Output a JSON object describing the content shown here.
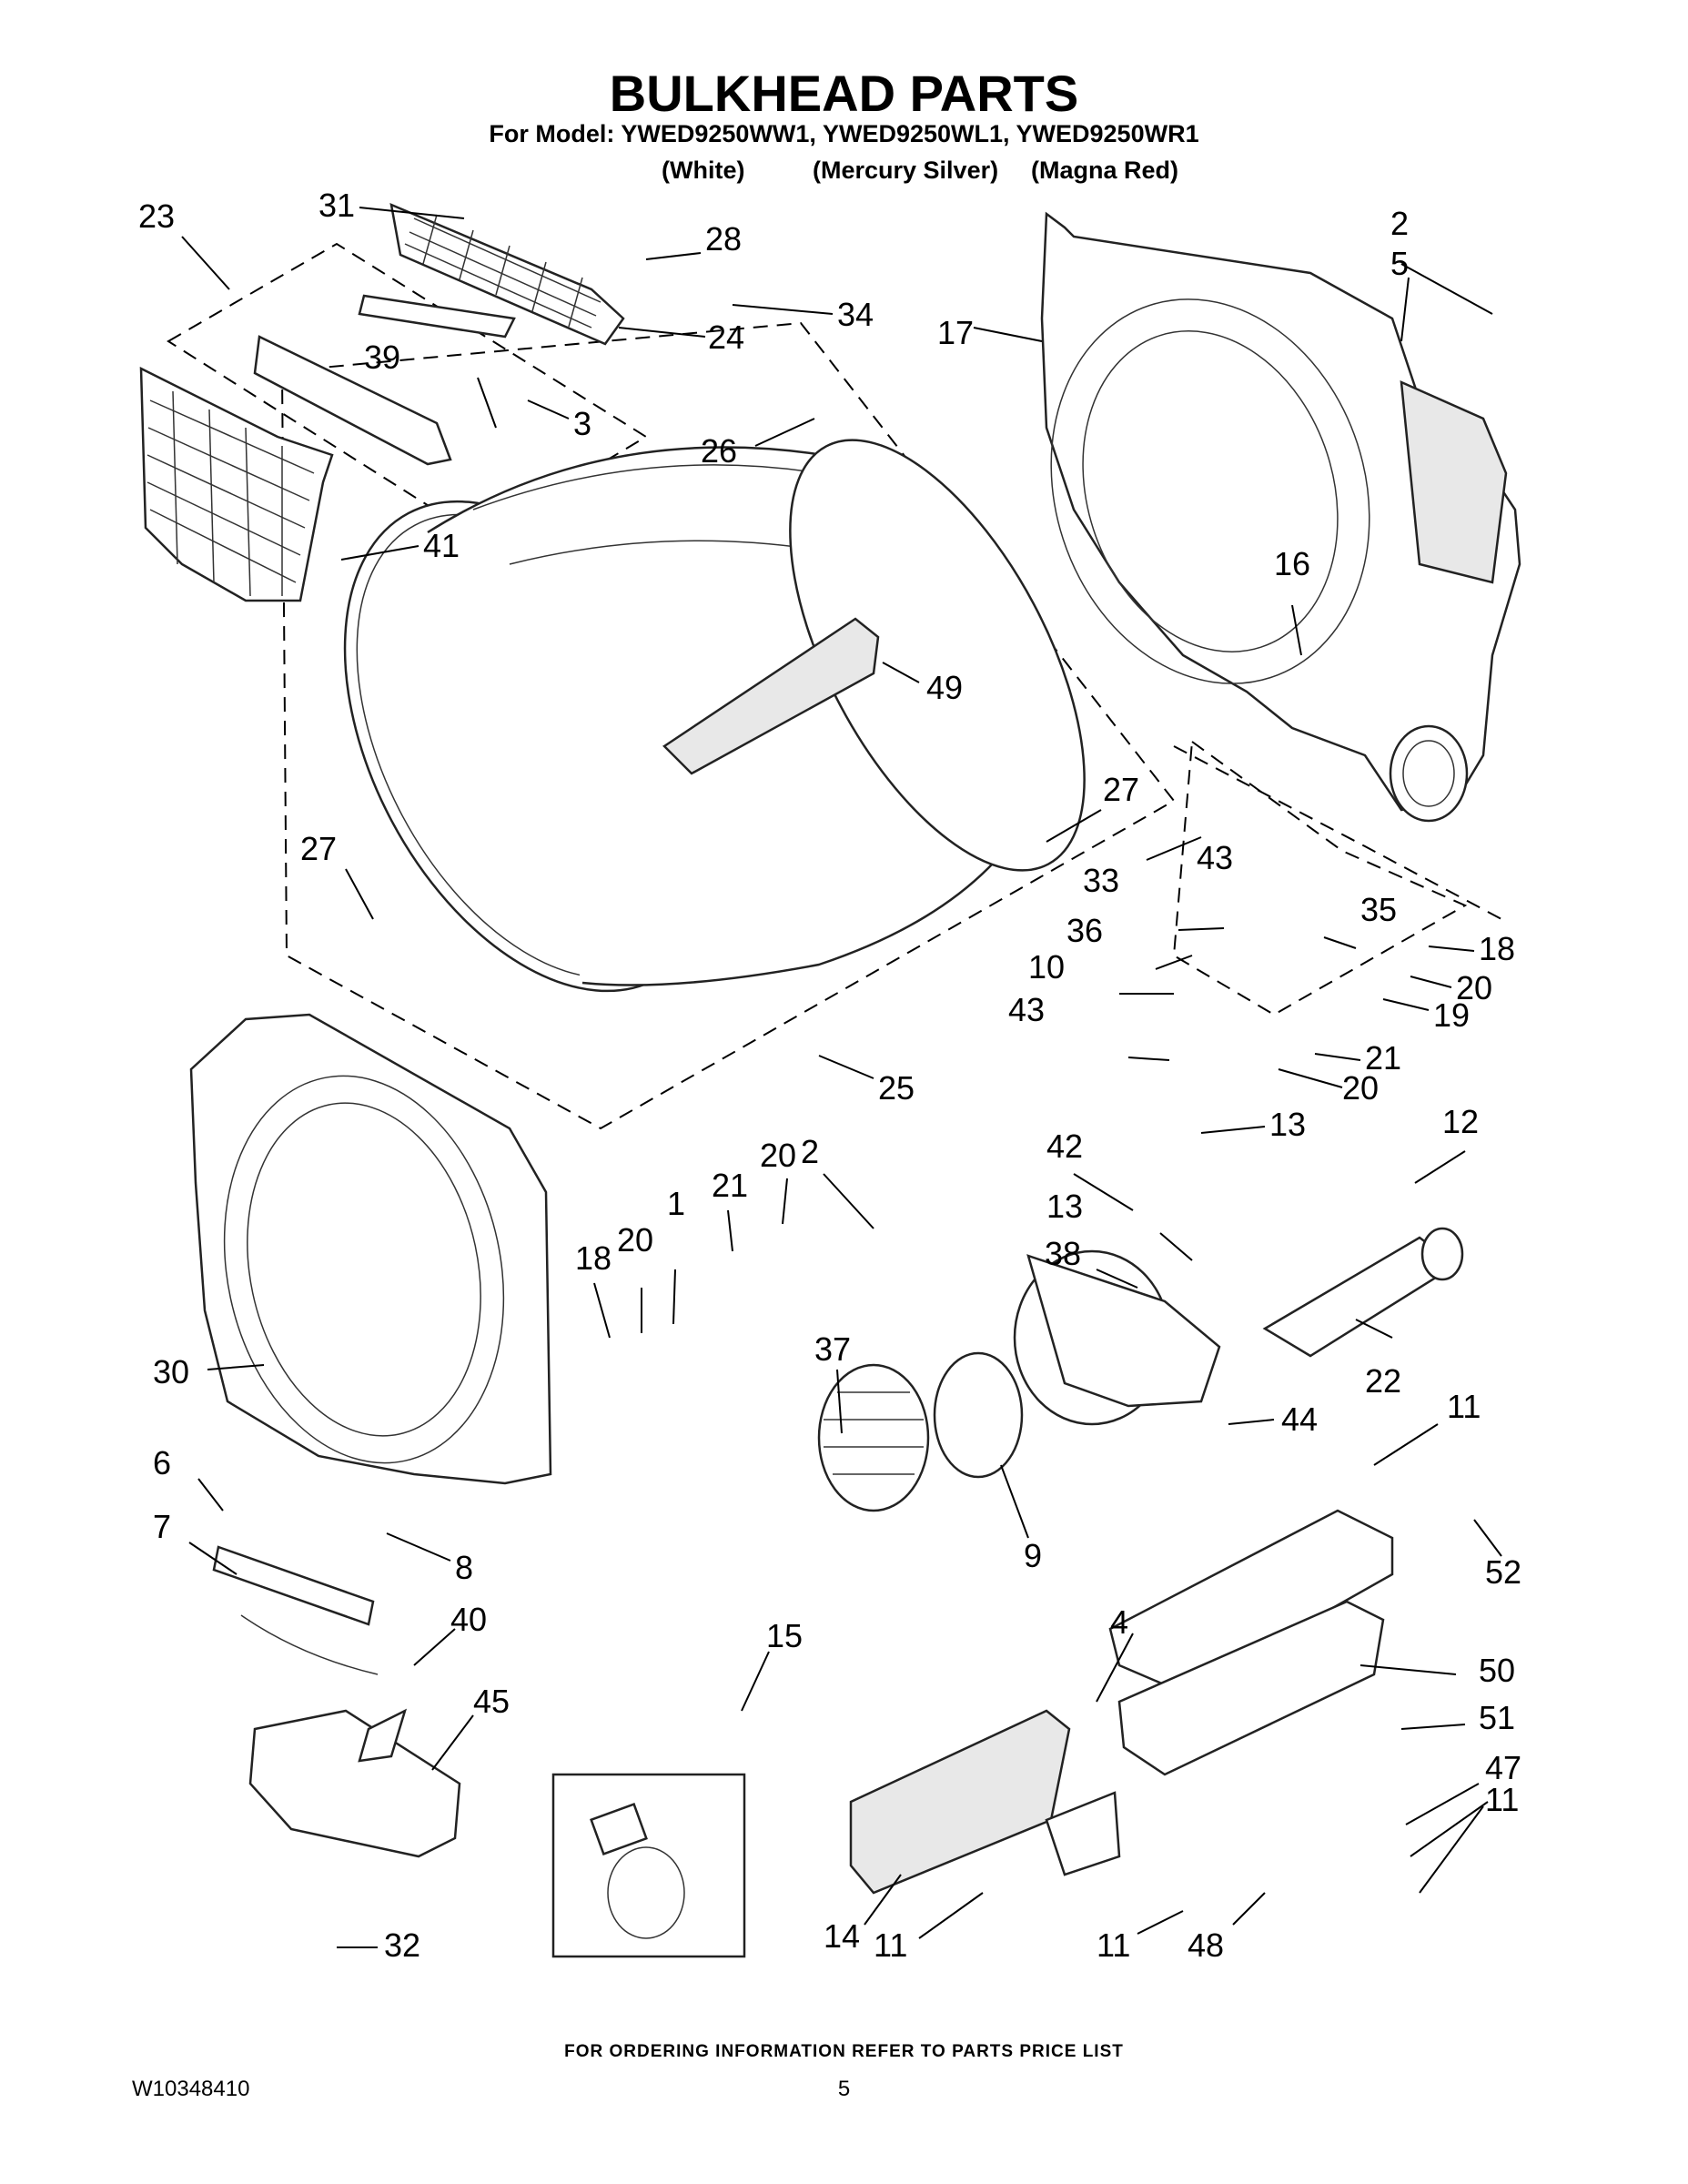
{
  "header": {
    "title": "BULKHEAD PARTS",
    "models": "For Model: YWED9250WW1, YWED9250WL1, YWED9250WR1",
    "color_white": "(White)",
    "color_silver": "(Mercury Silver)",
    "color_red": "(Magna Red)"
  },
  "callouts": [
    {
      "label": "23"
    },
    {
      "label": "31"
    },
    {
      "label": "28"
    },
    {
      "label": "34"
    },
    {
      "label": "24"
    },
    {
      "label": "39"
    },
    {
      "label": "3"
    },
    {
      "label": "26"
    },
    {
      "label": "41"
    },
    {
      "label": "17"
    },
    {
      "label": "2"
    },
    {
      "label": "5"
    },
    {
      "label": "16"
    },
    {
      "label": "49"
    },
    {
      "label": "27"
    },
    {
      "label": "27"
    },
    {
      "label": "33"
    },
    {
      "label": "43"
    },
    {
      "label": "36"
    },
    {
      "label": "35"
    },
    {
      "label": "18"
    },
    {
      "label": "10"
    },
    {
      "label": "20"
    },
    {
      "label": "19"
    },
    {
      "label": "43"
    },
    {
      "label": "21"
    },
    {
      "label": "20"
    },
    {
      "label": "25"
    },
    {
      "label": "13"
    },
    {
      "label": "12"
    },
    {
      "label": "2"
    },
    {
      "label": "42"
    },
    {
      "label": "20"
    },
    {
      "label": "21"
    },
    {
      "label": "13"
    },
    {
      "label": "18"
    },
    {
      "label": "20"
    },
    {
      "label": "1"
    },
    {
      "label": "38"
    },
    {
      "label": "37"
    },
    {
      "label": "22"
    },
    {
      "label": "30"
    },
    {
      "label": "44"
    },
    {
      "label": "11"
    },
    {
      "label": "6"
    },
    {
      "label": "7"
    },
    {
      "label": "8"
    },
    {
      "label": "9"
    },
    {
      "label": "52"
    },
    {
      "label": "40"
    },
    {
      "label": "15"
    },
    {
      "label": "50"
    },
    {
      "label": "45"
    },
    {
      "label": "4"
    },
    {
      "label": "51"
    },
    {
      "label": "47"
    },
    {
      "label": "11"
    },
    {
      "label": "14"
    },
    {
      "label": "32"
    },
    {
      "label": "11"
    },
    {
      "label": "11"
    },
    {
      "label": "48"
    }
  ],
  "footer": {
    "note": "FOR ORDERING INFORMATION REFER TO PARTS PRICE LIST",
    "doc_number": "W10348410",
    "page": "5"
  }
}
